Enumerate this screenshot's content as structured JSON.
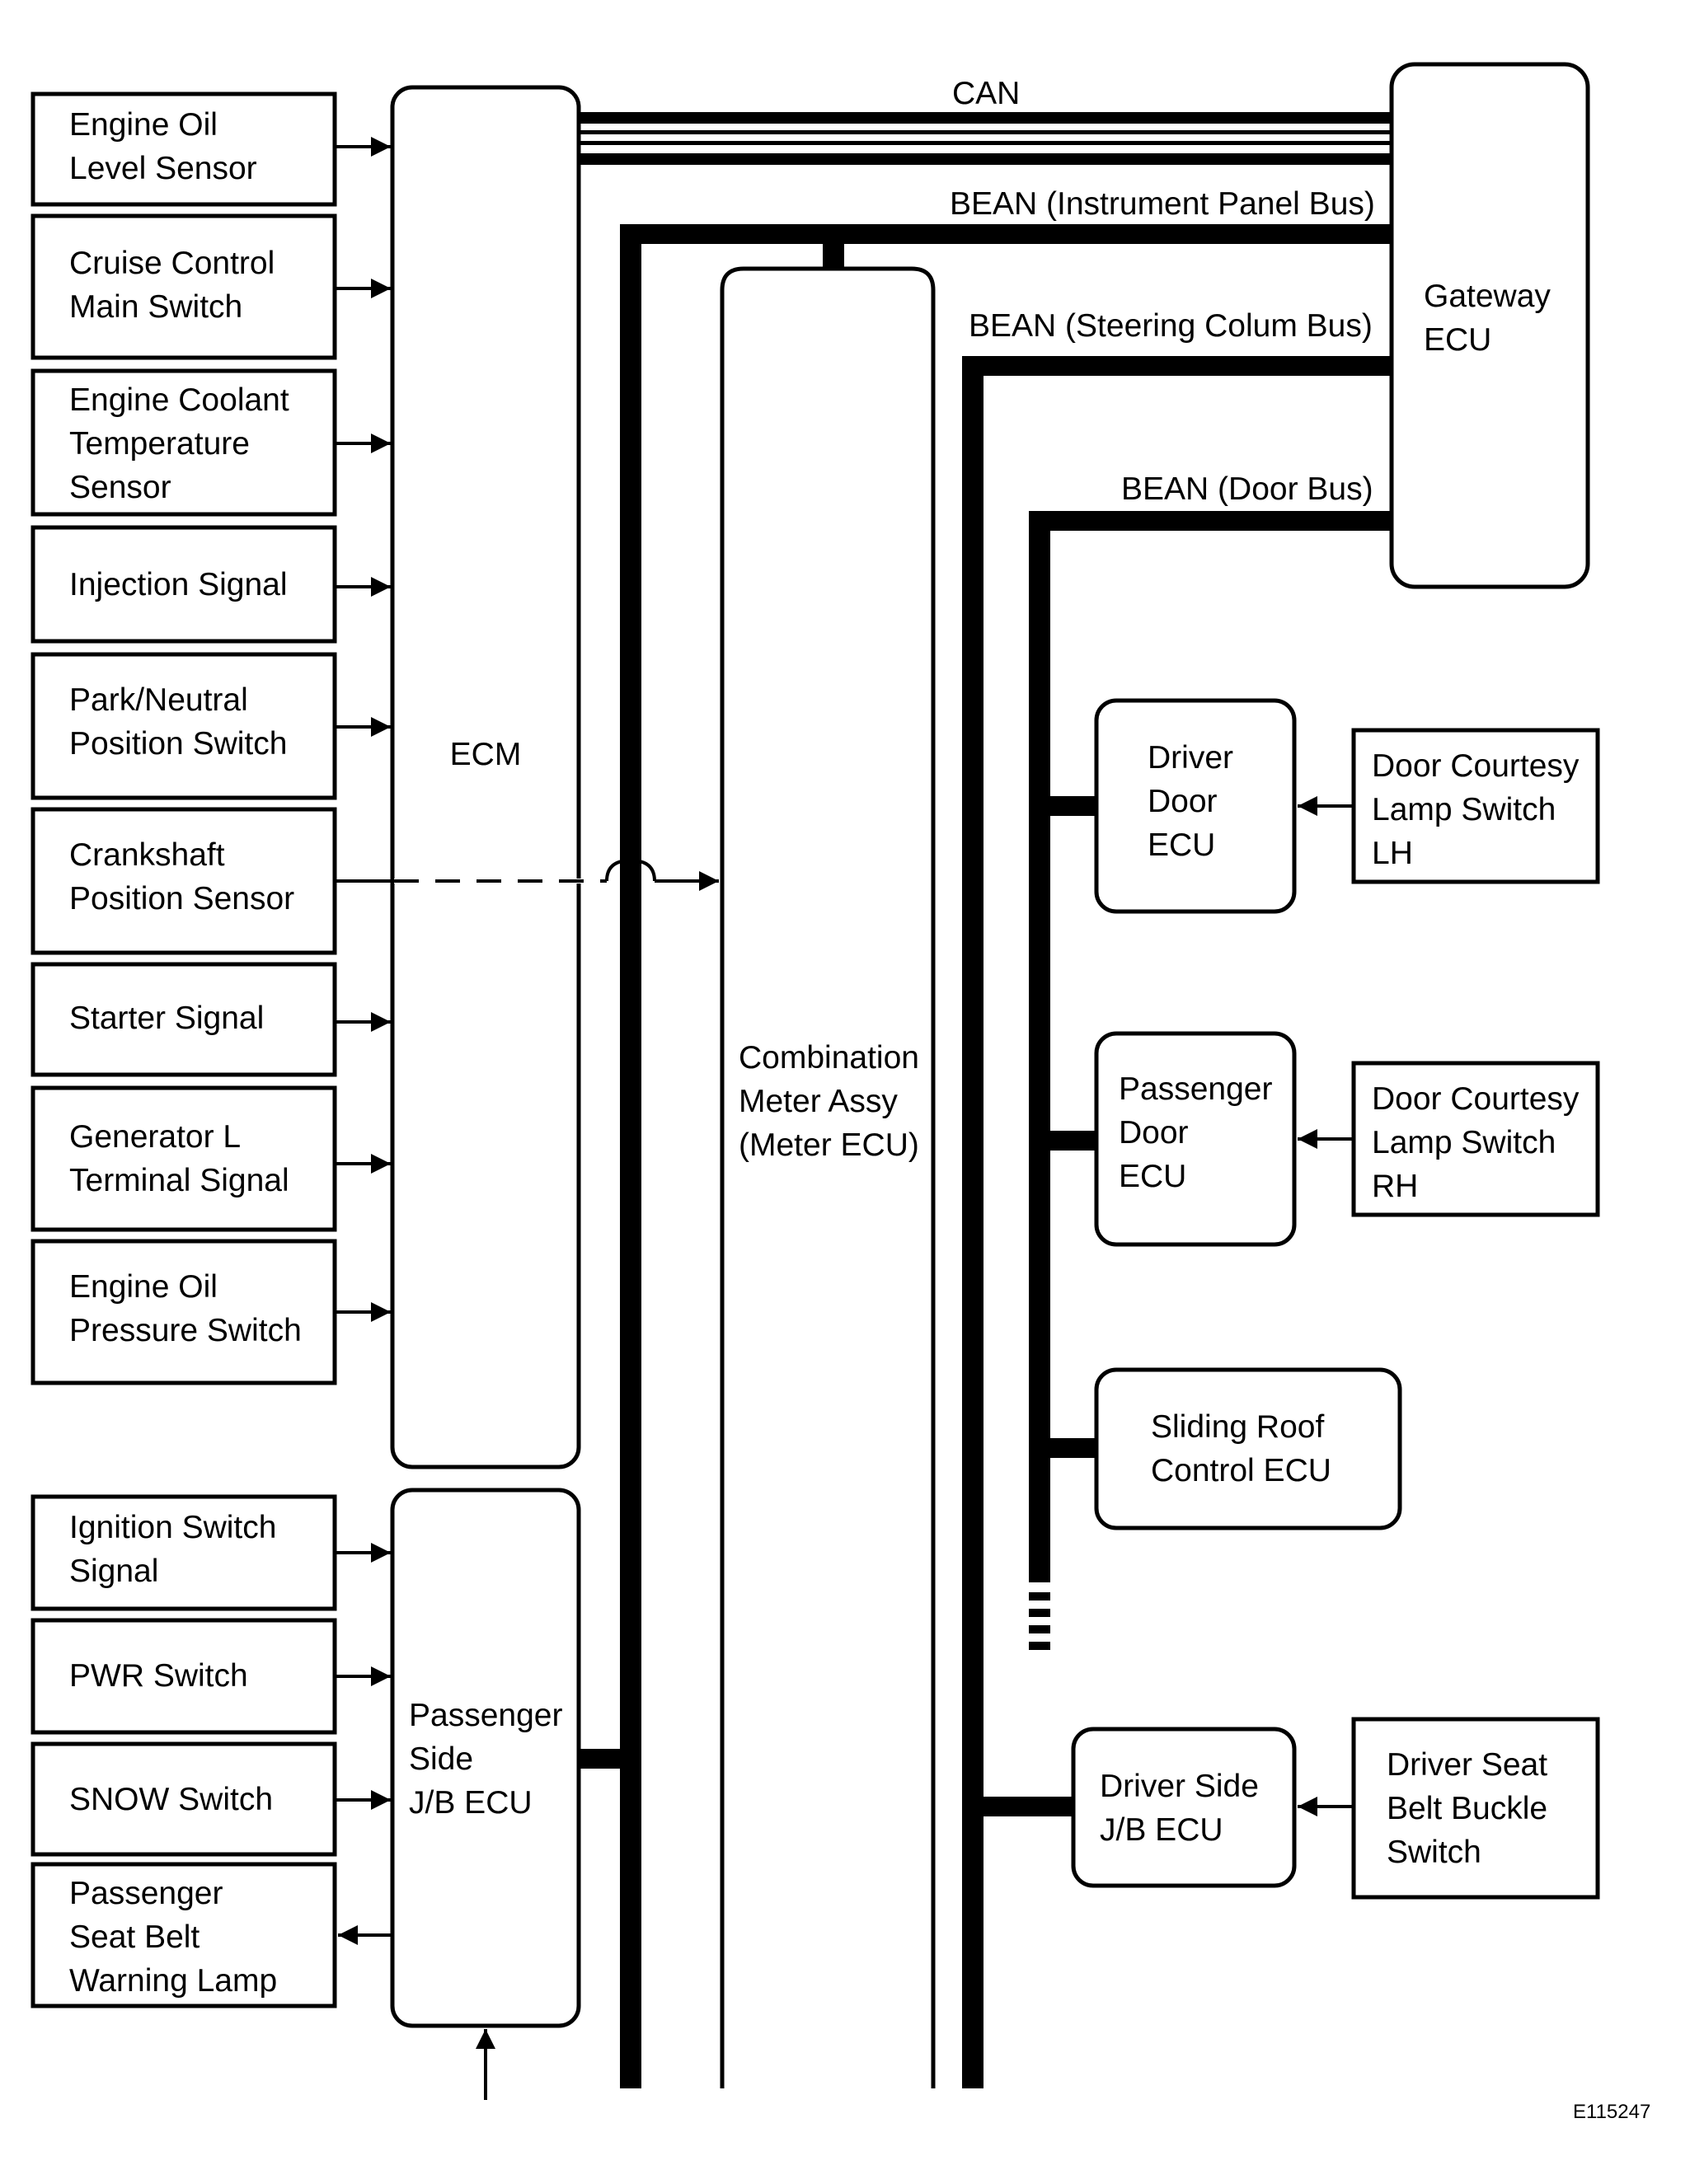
{
  "diagram": {
    "figure_code": "E115247",
    "buses": {
      "can": "CAN",
      "bean_instrument_panel": "BEAN (Instrument Panel Bus)",
      "bean_steering_column": "BEAN (Steering Colum Bus)",
      "bean_door": "BEAN (Door Bus)"
    },
    "ecm_inputs": [
      [
        "Engine Oil",
        "Level Sensor"
      ],
      [
        "Cruise Control",
        "Main Switch"
      ],
      [
        "Engine Coolant",
        "Temperature",
        "Sensor"
      ],
      [
        "Injection Signal"
      ],
      [
        "Park/Neutral",
        "Position Switch"
      ],
      [
        "Crankshaft",
        "Position Sensor"
      ],
      [
        "Starter Signal"
      ],
      [
        "Generator L",
        "Terminal Signal"
      ],
      [
        "Engine Oil",
        "Pressure Switch"
      ]
    ],
    "jb_inputs": [
      [
        "Ignition Switch",
        "Signal"
      ],
      [
        "PWR Switch"
      ],
      [
        "SNOW Switch"
      ],
      [
        "Passenger",
        "Seat Belt",
        "Warning Lamp"
      ]
    ],
    "ecm": [
      "ECM"
    ],
    "passenger_jb_ecu": [
      "Passenger",
      "Side",
      "J/B ECU"
    ],
    "combination_meter": [
      "Combination",
      "Meter Assy",
      "(Meter ECU)"
    ],
    "gateway_ecu": [
      "Gateway",
      "ECU"
    ],
    "driver_door_ecu": [
      "Driver",
      "Door",
      "ECU"
    ],
    "passenger_door_ecu": [
      "Passenger",
      "Door",
      "ECU"
    ],
    "sliding_roof_ecu": [
      "Sliding Roof",
      "Control ECU"
    ],
    "driver_jb_ecu": [
      "Driver Side",
      "J/B ECU"
    ],
    "door_courtesy_lh": [
      "Door Courtesy",
      "Lamp Switch",
      "LH"
    ],
    "door_courtesy_rh": [
      "Door Courtesy",
      "Lamp Switch",
      "RH"
    ],
    "driver_seat_belt": [
      "Driver Seat",
      "Belt Buckle",
      "Switch"
    ]
  }
}
